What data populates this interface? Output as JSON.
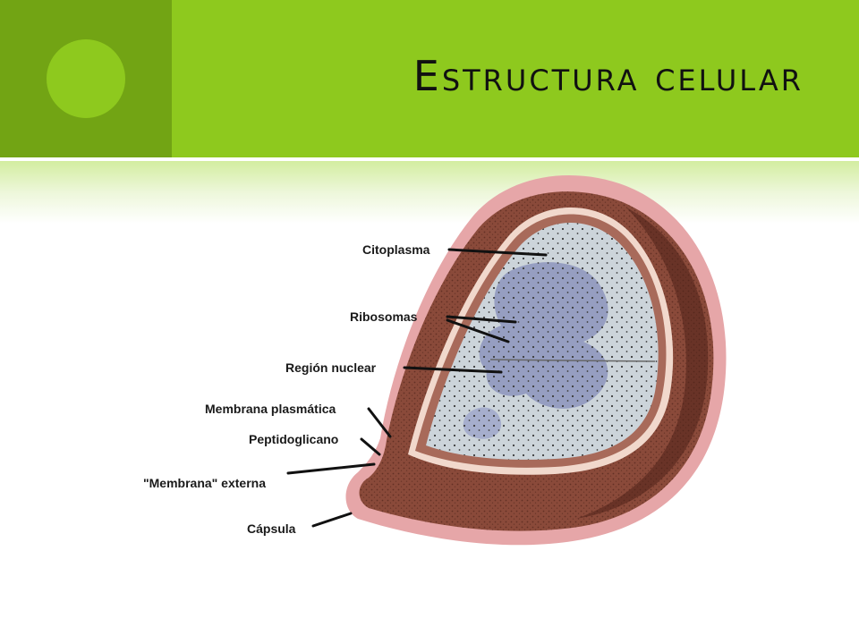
{
  "slide": {
    "title": "Estructura celular"
  },
  "diagram": {
    "labels": {
      "citoplasma": "Citoplasma",
      "ribosomas": "Ribosomas",
      "region_nuclear": "Región nuclear",
      "membrana_plasmatica": "Membrana plasmática",
      "peptidoglicano": "Peptidoglicano",
      "membrana_externa": "\"Membrana\" externa",
      "capsula": "Cápsula"
    }
  },
  "colors": {
    "title_bar": "#8ec91e",
    "title_accent": "#72a414",
    "capsule": "#e6a6a8",
    "wall": "#8a4a3a",
    "wall_dark": "#5e2c22",
    "cytoplasm": "#ccd4da",
    "nucleoid": "#8c94bc"
  }
}
